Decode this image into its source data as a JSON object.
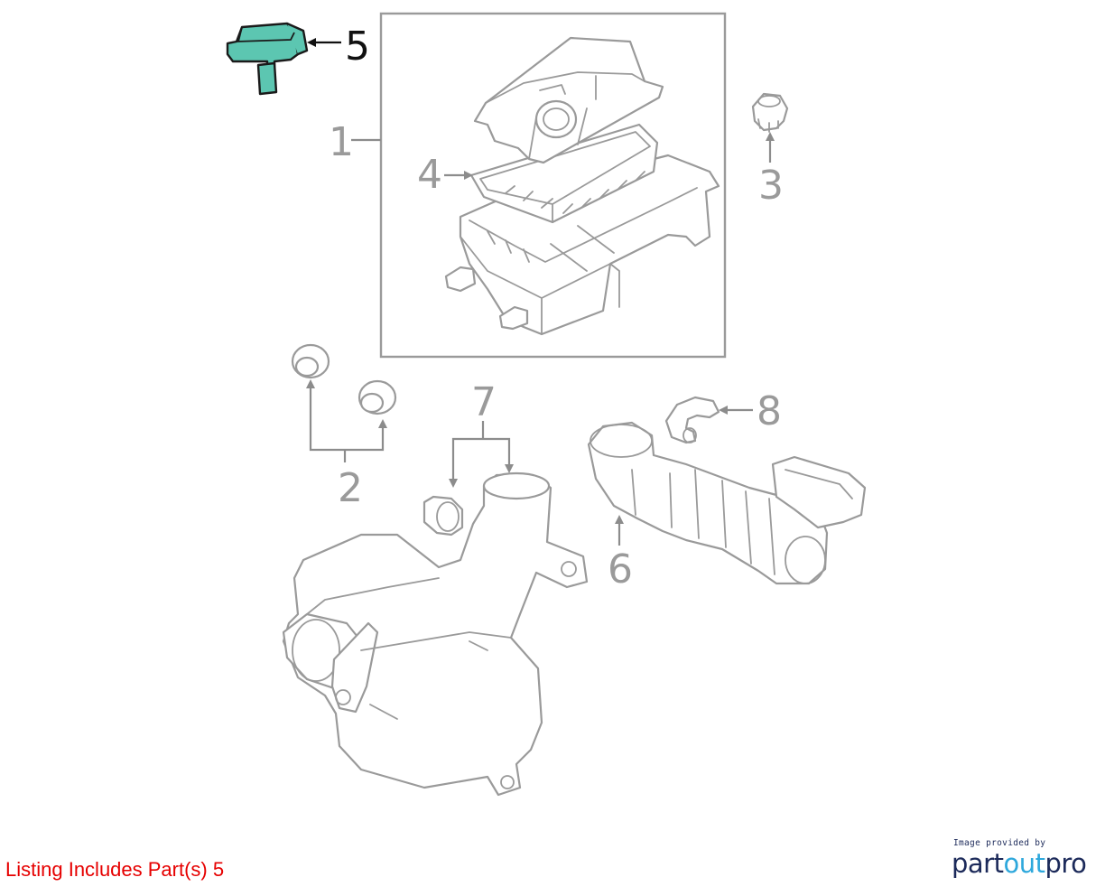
{
  "callouts": {
    "p1": "1",
    "p2": "2",
    "p3": "3",
    "p4": "4",
    "p5": "5",
    "p6": "6",
    "p7": "7",
    "p8": "8"
  },
  "highlighted_part": "5",
  "colors": {
    "highlight_fill": "#5cc6b1",
    "line_gray": "#9a9a9a",
    "note_red": "#e60000",
    "brand_navy": "#1c2a5a",
    "brand_blue": "#2ea8dc"
  },
  "footer": {
    "note": "Listing Includes Part(s) 5"
  },
  "credit": {
    "provided_by": "Image provided by",
    "brand_part1": "part",
    "brand_part2": "out",
    "brand_part3": "pro"
  }
}
